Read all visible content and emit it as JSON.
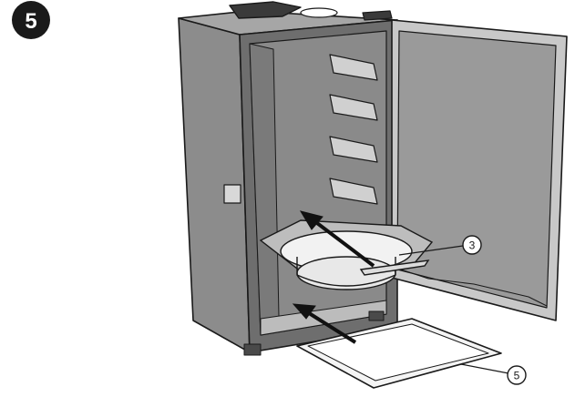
{
  "step": {
    "number": "5"
  },
  "callouts": [
    {
      "label": "3"
    },
    {
      "label": "5"
    }
  ],
  "colors": {
    "badge": "#1a1a1a",
    "cabinet_dark": "#5a5a5a",
    "cabinet_mid": "#8c8c8c",
    "cabinet_light": "#b4b4b4",
    "door_panel": "#9a9a9a",
    "outline": "#1a1a1a",
    "tray": "#f4f4f4",
    "arrow": "#111111"
  }
}
